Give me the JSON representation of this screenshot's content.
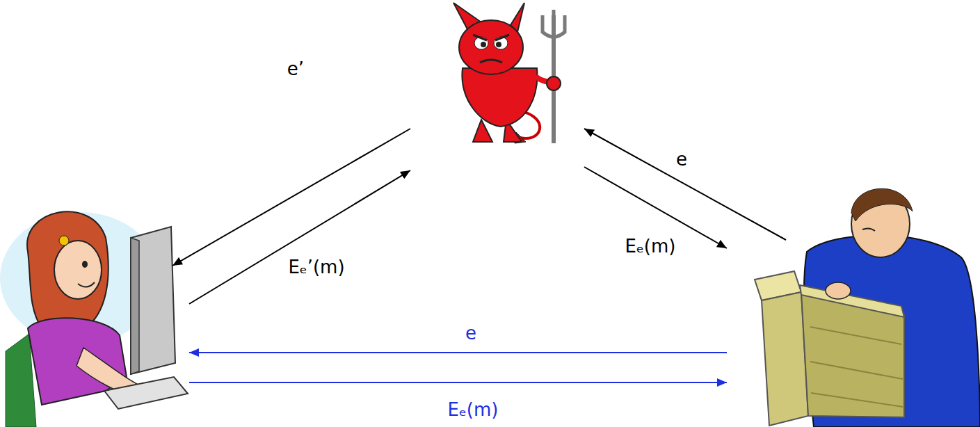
{
  "diagram": {
    "nodes": [
      {
        "text": []
      },
      {
        "text": []
      },
      {
        "text": []
      }
    ],
    "edges": [
      {
        "from": 1,
        "to": 0,
        "arrow": "to",
        "label": "e’"
      },
      {
        "from": 0,
        "to": 1,
        "arrow": "to",
        "label": "Eₑ’(m)"
      },
      {
        "from": 2,
        "to": 1,
        "arrow": "to",
        "label": "e"
      },
      {
        "from": 1,
        "to": 2,
        "arrow": "to",
        "label": "Eₑ(m)"
      },
      {
        "from": 2,
        "to": 0,
        "arrow": "to",
        "label": "e"
      },
      {
        "from": 0,
        "to": 2,
        "arrow": "to",
        "label": "Eₑ(m)"
      }
    ]
  }
}
